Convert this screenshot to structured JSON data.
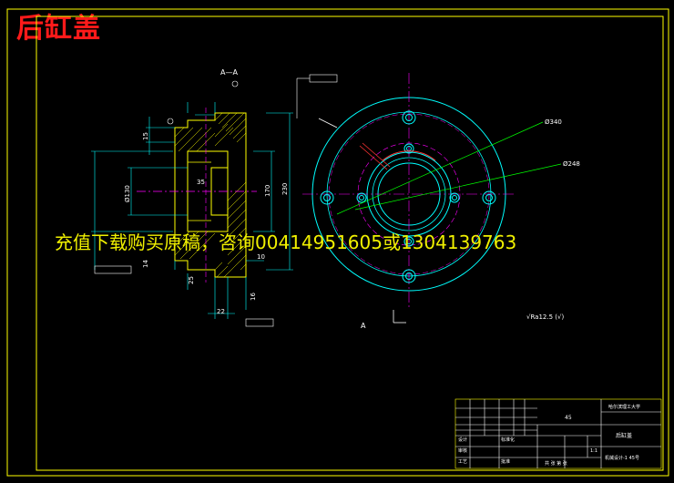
{
  "title": "后缸盖",
  "watermark": "充值下载购买原稿，咨询0041495160​5或1304139763",
  "section_label": "A—A",
  "view_label": "A",
  "roughness_note": "√Ra12.5 (√)",
  "tb": {
    "material": "45",
    "school": "哈尔滨理工大学",
    "part_name": "后缸盖",
    "scale": "1:1",
    "label_design": "设计",
    "label_check": "审核",
    "label_craft": "工艺",
    "label_std": "标准化",
    "label_ratify": "批准",
    "sheet": "共 张 第 张",
    "drawing_no": "机械设计-1 45号"
  },
  "dims": {
    "d340": "Ø340",
    "d248": "Ø248",
    "d170": "170",
    "d230": "230",
    "d130": "Ø130",
    "d35": "35",
    "d15": "15",
    "d10": "10",
    "d22": "22",
    "d14": "14",
    "d16": "16",
    "d25": "25"
  },
  "colors": {
    "frame": "#ffff00",
    "outline": "#00ffff",
    "center": "#ff00ff",
    "dim": "#00ff00",
    "text": "#ffffff",
    "hatch": "#ffff00",
    "red": "#ff1a1a"
  }
}
